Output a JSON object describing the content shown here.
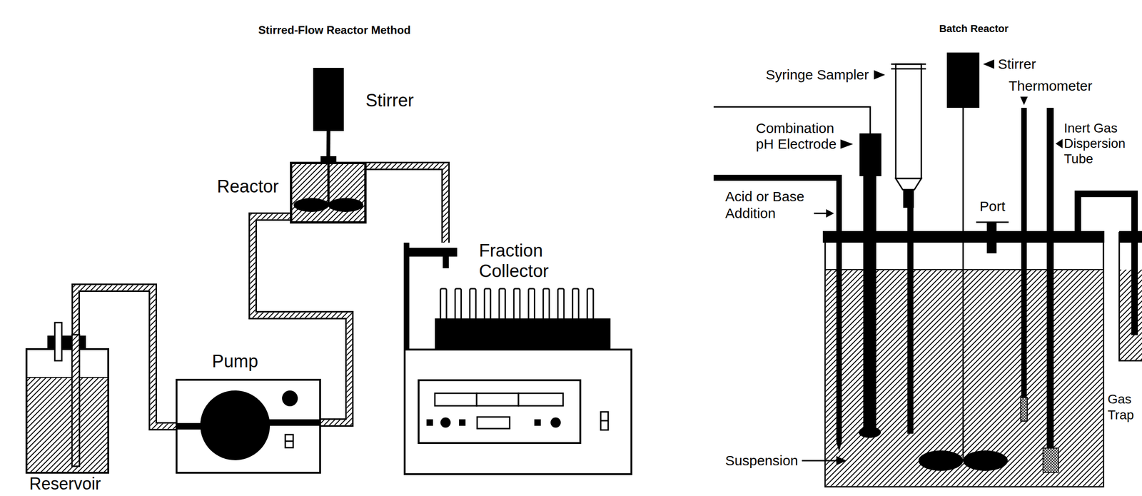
{
  "diagram": {
    "nodes": [
      {
        "text": [
          "Stirrer"
        ]
      },
      {
        "text": [
          "Reactor"
        ]
      },
      {
        "text": [
          "Fraction Collector"
        ]
      },
      {
        "text": [
          "Pump"
        ]
      },
      {
        "text": [
          "Reservoir"
        ]
      }
    ],
    "edges": [
      {
        "from": 0,
        "to": 1,
        "arrow": "none"
      },
      {
        "from": 4,
        "to": 3,
        "arrow": "none"
      },
      {
        "from": 3,
        "to": 1,
        "arrow": "none"
      },
      {
        "from": 1,
        "to": 2,
        "arrow": "none"
      }
    ],
    "labels": [
      "Stirred-Flow Reactor Method",
      "Batch Reactor",
      "Syringe Sampler",
      "Stirrer",
      "Thermometer",
      "Combination pH Electrode",
      "Inert Gas Dispersion Tube",
      "Acid or Base Addition",
      "Port",
      "Suspension",
      "Gas Trap"
    ]
  }
}
